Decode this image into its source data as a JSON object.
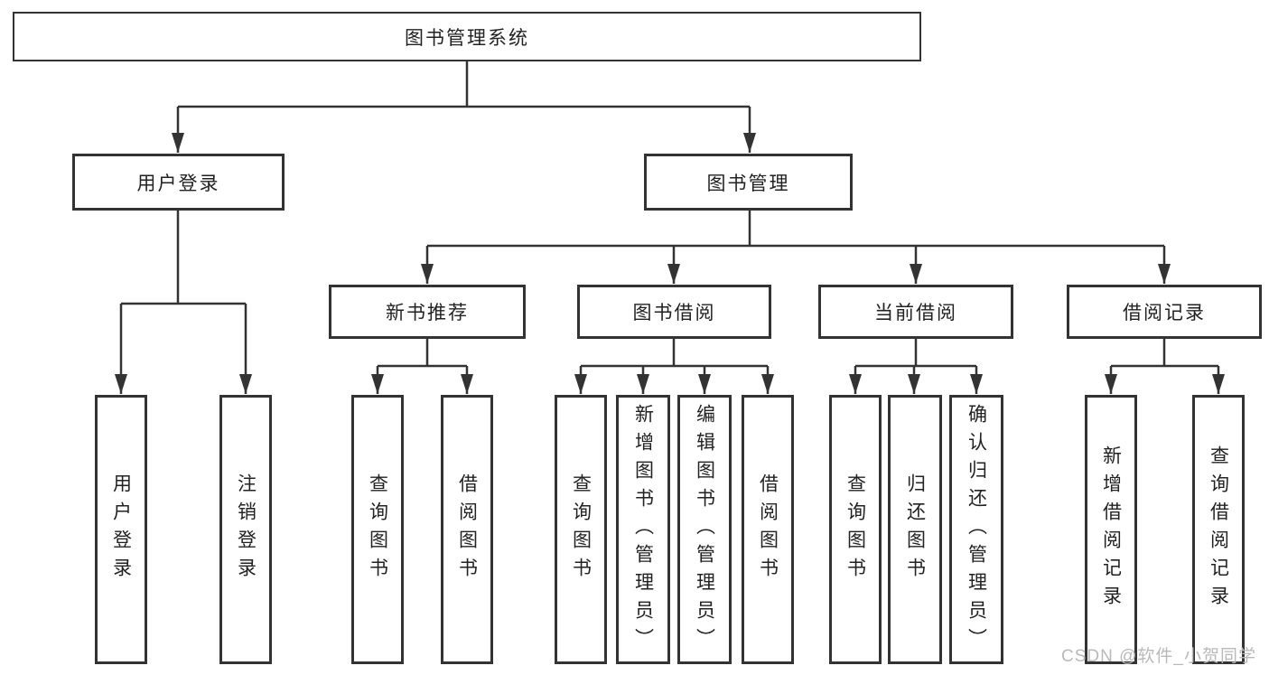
{
  "diagram_type": "tree",
  "tree": {
    "label": "图书管理系统",
    "children": [
      {
        "label": "用户登录",
        "children": [
          {
            "label": "用户登录"
          },
          {
            "label": "注销登录"
          }
        ]
      },
      {
        "label": "图书管理",
        "children": [
          {
            "label": "新书推荐",
            "children": [
              {
                "label": "查询图书"
              },
              {
                "label": "借阅图书"
              }
            ]
          },
          {
            "label": "图书借阅",
            "children": [
              {
                "label": "查询图书"
              },
              {
                "label": "新增图书（管理员）"
              },
              {
                "label": "编辑图书（管理员）"
              },
              {
                "label": "借阅图书"
              }
            ]
          },
          {
            "label": "当前借阅",
            "children": [
              {
                "label": "查询图书"
              },
              {
                "label": "归还图书"
              },
              {
                "label": "确认归还（管理员）"
              }
            ]
          },
          {
            "label": "借阅记录",
            "children": [
              {
                "label": "新增借阅记录"
              },
              {
                "label": "查询借阅记录"
              }
            ]
          }
        ]
      }
    ]
  },
  "watermark": {
    "text": "CSDN @软件_小贺同学"
  },
  "colors": {
    "line": "#333333",
    "box_border": "#333333",
    "text": "#222222",
    "watermark": "#b9b9b9",
    "background": "#ffffff"
  }
}
